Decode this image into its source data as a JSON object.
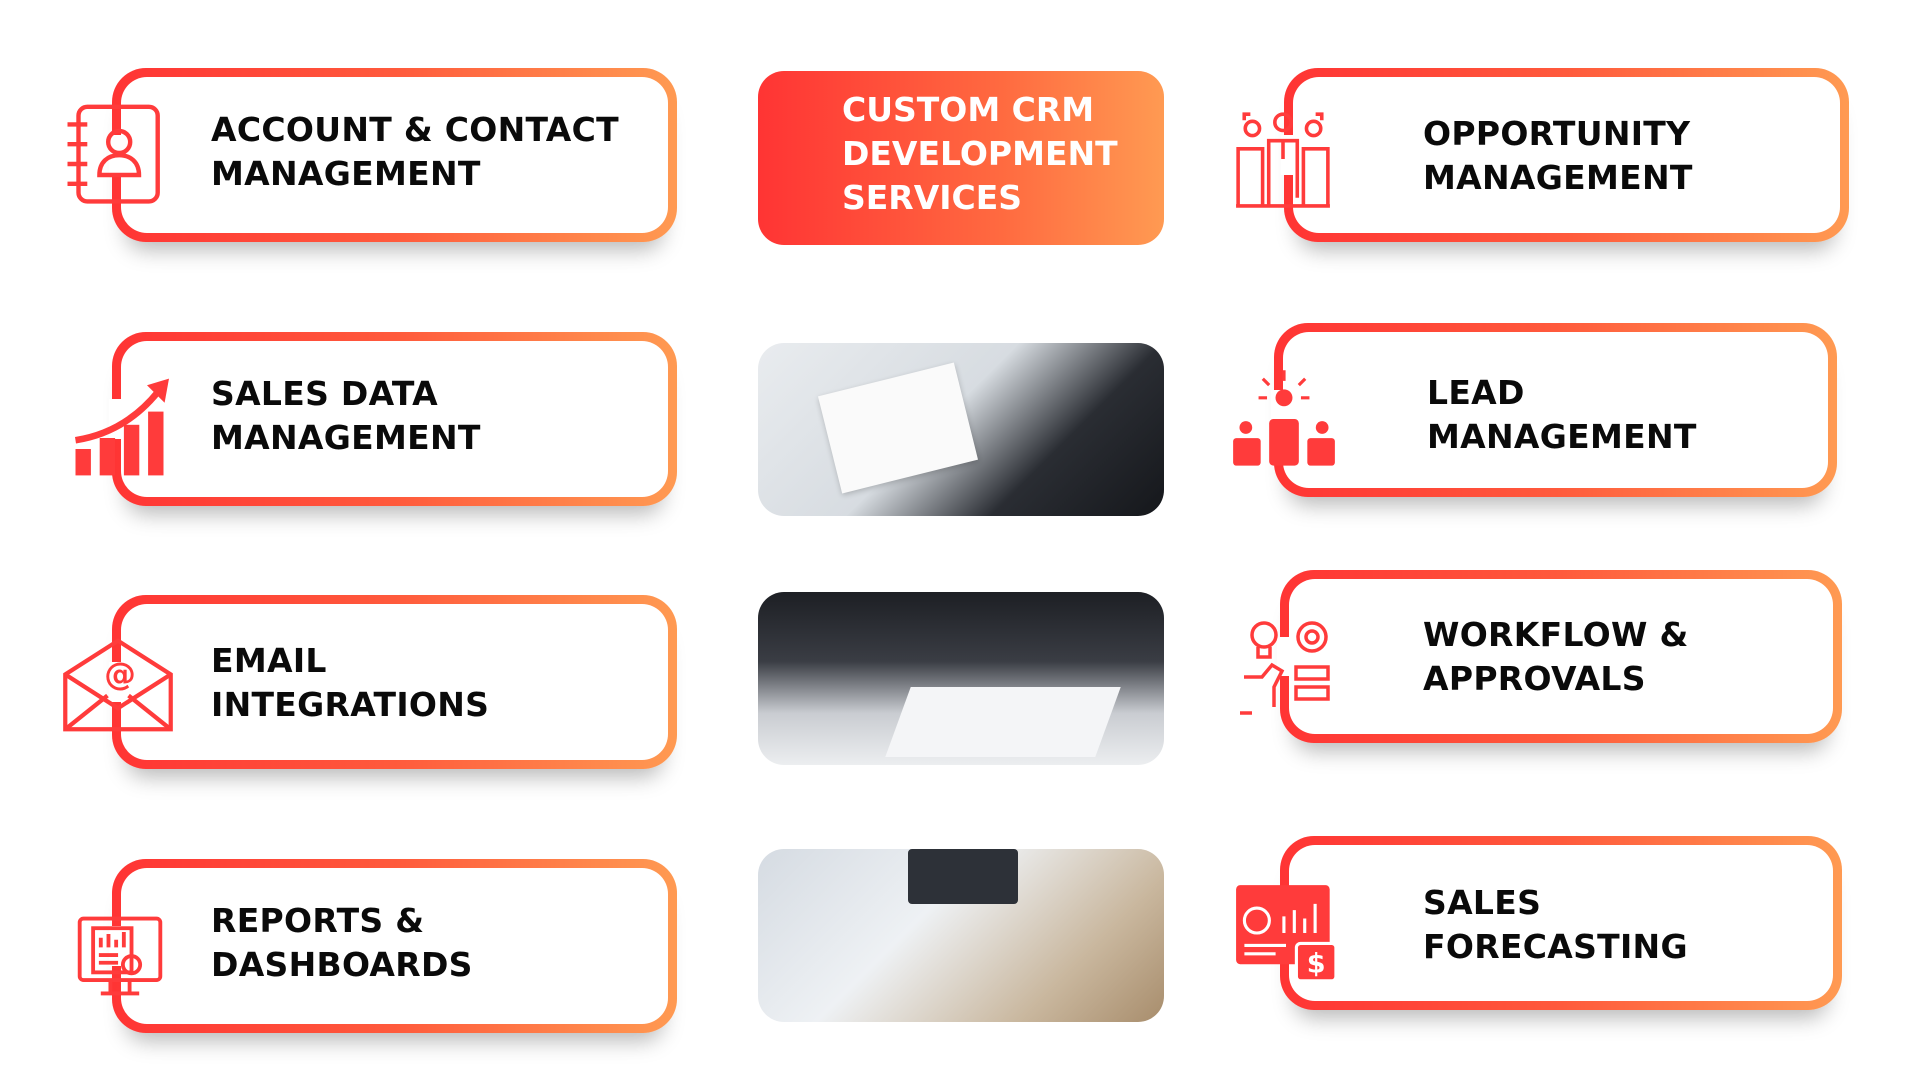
{
  "title": {
    "lines": [
      "CUSTOM CRM",
      "DEVELOPMENT",
      "SERVICES"
    ]
  },
  "left_cards": [
    {
      "line1": "ACCOUNT & CONTACT",
      "line2": "MANAGEMENT",
      "icon": "contact-book-icon"
    },
    {
      "line1": "SALES DATA",
      "line2": "MANAGEMENT",
      "icon": "growth-chart-icon"
    },
    {
      "line1": "EMAIL",
      "line2": "INTEGRATIONS",
      "icon": "email-icon"
    },
    {
      "line1": "REPORTS &",
      "line2": "DASHBOARDS",
      "icon": "dashboard-icon"
    }
  ],
  "right_cards": [
    {
      "line1": "OPPORTUNITY",
      "line2": "MANAGEMENT",
      "icon": "team-icon"
    },
    {
      "line1": "LEAD",
      "line2": "MANAGEMENT",
      "icon": "lead-icon"
    },
    {
      "line1": "WORKFLOW &",
      "line2": "APPROVALS",
      "icon": "workflow-icon"
    },
    {
      "line1": "SALES",
      "line2": "FORECASTING",
      "icon": "forecast-icon"
    }
  ],
  "colors": {
    "accent_start": "#ff3434",
    "accent_end": "#ff9a52"
  }
}
